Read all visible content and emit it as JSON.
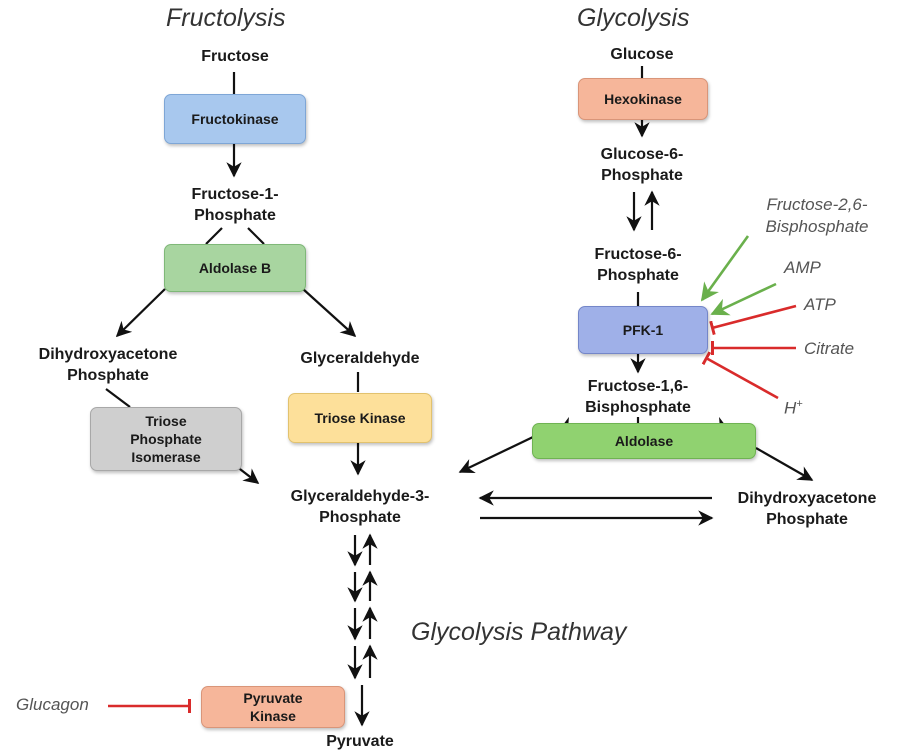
{
  "titles": {
    "fructolysis": "Fructolysis",
    "glycolysis": "Glycolysis",
    "pathway": "Glycolysis Pathway"
  },
  "metabolites": {
    "fructose": "Fructose",
    "fructose_1_phosphate": "Fructose-1-\nPhosphate",
    "dhap_left": "Dihydroxyacetone\nPhosphate",
    "glyceraldehyde": "Glyceraldehyde",
    "g3p": "Glyceraldehyde-3-\nPhosphate",
    "pyruvate": "Pyruvate",
    "glucose": "Glucose",
    "glucose_6_phosphate": "Glucose-6-\nPhosphate",
    "fructose_6_phosphate": "Fructose-6-\nPhosphate",
    "fructose_1_6_bisphosphate": "Fructose-1,6-\nBisphosphate",
    "dhap_right": "Dihydroxyacetone\nPhosphate"
  },
  "enzymes": {
    "fructokinase": "Fructokinase",
    "aldolase_b": "Aldolase B",
    "tpi": "Triose\nPhosphate\nIsomerase",
    "triose_kinase": "Triose Kinase",
    "pyruvate_kinase": "Pyruvate\nKinase",
    "hexokinase": "Hexokinase",
    "pfk1": "PFK-1",
    "aldolase": "Aldolase"
  },
  "regulators": {
    "f26bp": "Fructose-2,6-\nBisphosphate",
    "amp": "AMP",
    "atp": "ATP",
    "citrate": "Citrate",
    "h_plus": "H",
    "h_plus_sup": "+",
    "glucagon": "Glucagon"
  },
  "colors": {
    "blue_box": "#a8c8ee",
    "green_box": "#a8d5a0",
    "grey_box": "#cfcfcf",
    "yellow_box": "#fde09a",
    "orange_box": "#f6b69a",
    "pfk_box": "#9fb0e8",
    "aldolase_box": "#90d270",
    "activator": "#6ab04c",
    "inhibitor": "#d92b2b"
  }
}
